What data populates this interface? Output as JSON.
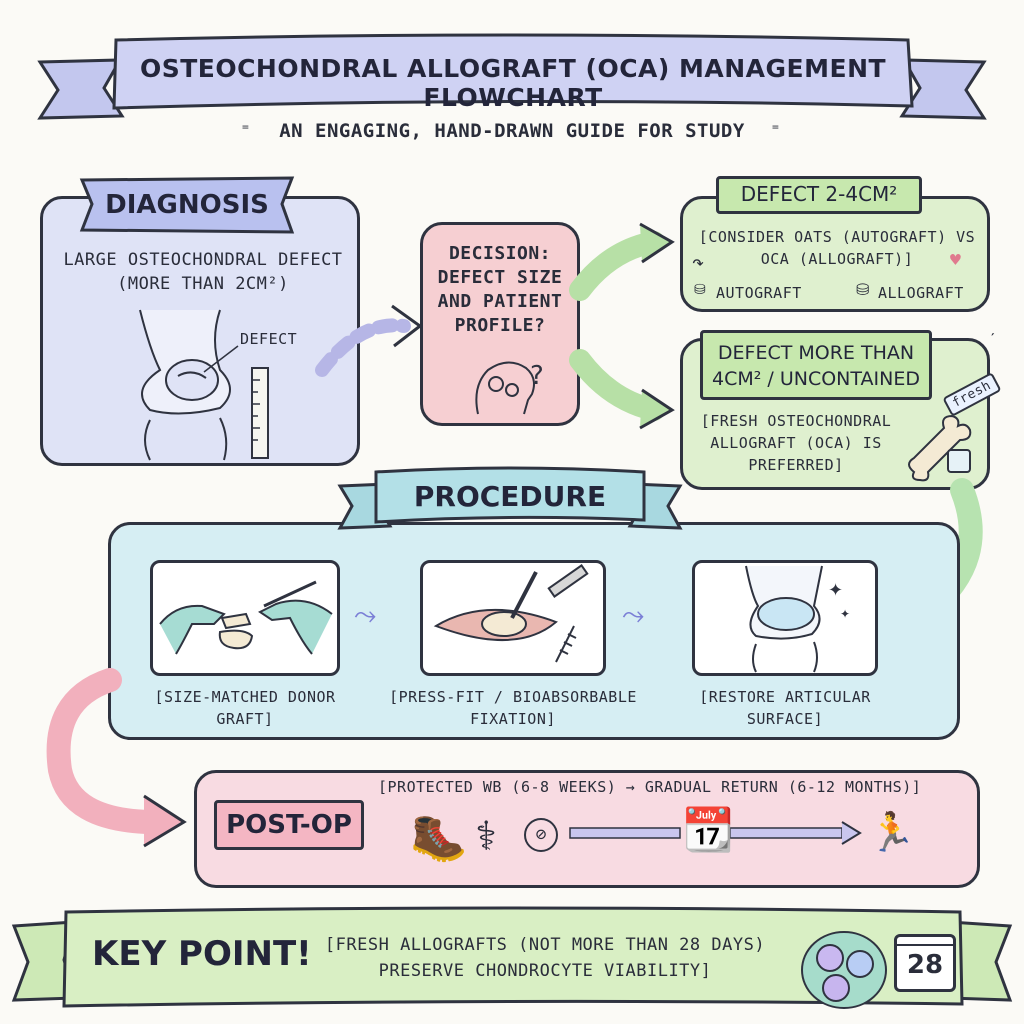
{
  "title": "OSTEOCHONDRAL ALLOGRAFT (OCA) MANAGEMENT FLOWCHART",
  "subtitle": "AN ENGAGING, HAND-DRAWN GUIDE FOR STUDY",
  "diagnosis": {
    "heading": "DIAGNOSIS",
    "text": "LARGE OSTEOCHONDRAL DEFECT (MORE THAN 2CM²)",
    "defect_label": "DEFECT"
  },
  "decision": {
    "text": "DECISION: DEFECT SIZE AND PATIENT PROFILE?"
  },
  "small_defect": {
    "heading": "DEFECT 2-4CM²",
    "text": "[CONSIDER OATS (AUTOGRAFT) VS OCA (ALLOGRAFT)]",
    "autograft_label": "AUTOGRAFT",
    "allograft_label": "ALLOGRAFT"
  },
  "large_defect": {
    "heading": "DEFECT MORE THAN 4CM² / UNCONTAINED",
    "text": "[FRESH OSTEOCHONDRAL ALLOGRAFT (OCA) IS PREFERRED]",
    "tag": "fresh"
  },
  "procedure": {
    "heading": "PROCEDURE",
    "steps": [
      {
        "label": "[SIZE-MATCHED DONOR GRAFT]"
      },
      {
        "label": "[PRESS-FIT / BIOABSORBABLE FIXATION]"
      },
      {
        "label": "[RESTORE ARTICULAR SURFACE]"
      }
    ]
  },
  "postop": {
    "heading": "POST-OP",
    "text": "[PROTECTED WB (6-8 WEEKS) → GRADUAL RETURN (6-12 MONTHS)]"
  },
  "key_point": {
    "heading": "KEY POINT!",
    "text": "[FRESH ALLOGRAFTS (NOT MORE THAN 28 DAYS) PRESERVE CHONDROCYTE VIABILITY]",
    "calendar_day": "28"
  },
  "colors": {
    "diagnosis_bg": "#dfe3f6",
    "decision_bg": "#f6cfd2",
    "green_bg": "#dff0cf",
    "procedure_bg": "#d6eef3",
    "postop_bg": "#f8dbe2",
    "title_ribbon": "#c9cdf0"
  }
}
